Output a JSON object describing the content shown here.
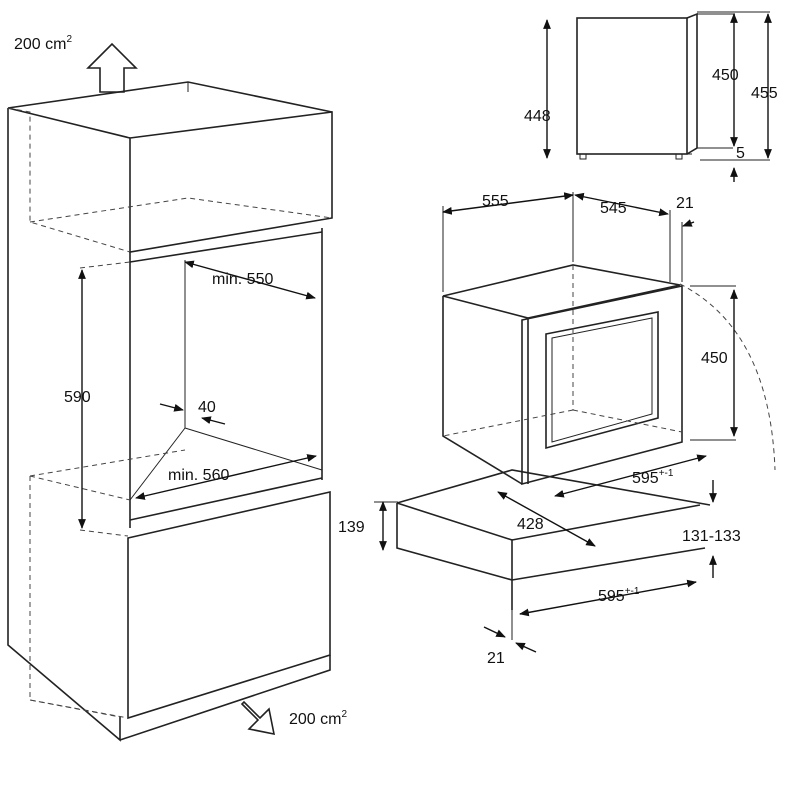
{
  "labels": {
    "vent_top": "200 cm",
    "vent_top_sup": "2",
    "vent_bottom": "200 cm",
    "vent_bottom_sup": "2",
    "min_550": "min. 550",
    "dim_590": "590",
    "dim_40": "40",
    "min_560": "min. 560",
    "dim_139": "139",
    "side_448": "448",
    "side_450": "450",
    "side_455": "455",
    "side_5": "5",
    "oven_555": "555",
    "oven_545": "545",
    "oven_21_top": "21",
    "oven_450": "450",
    "oven_595": "595",
    "oven_595_sup": "+-1",
    "niche_428": "428",
    "niche_131_133": "131-133",
    "niche_595": "595",
    "niche_595_sup": "+-1",
    "niche_21": "21"
  },
  "colors": {
    "line": "#222222",
    "background": "#ffffff"
  }
}
